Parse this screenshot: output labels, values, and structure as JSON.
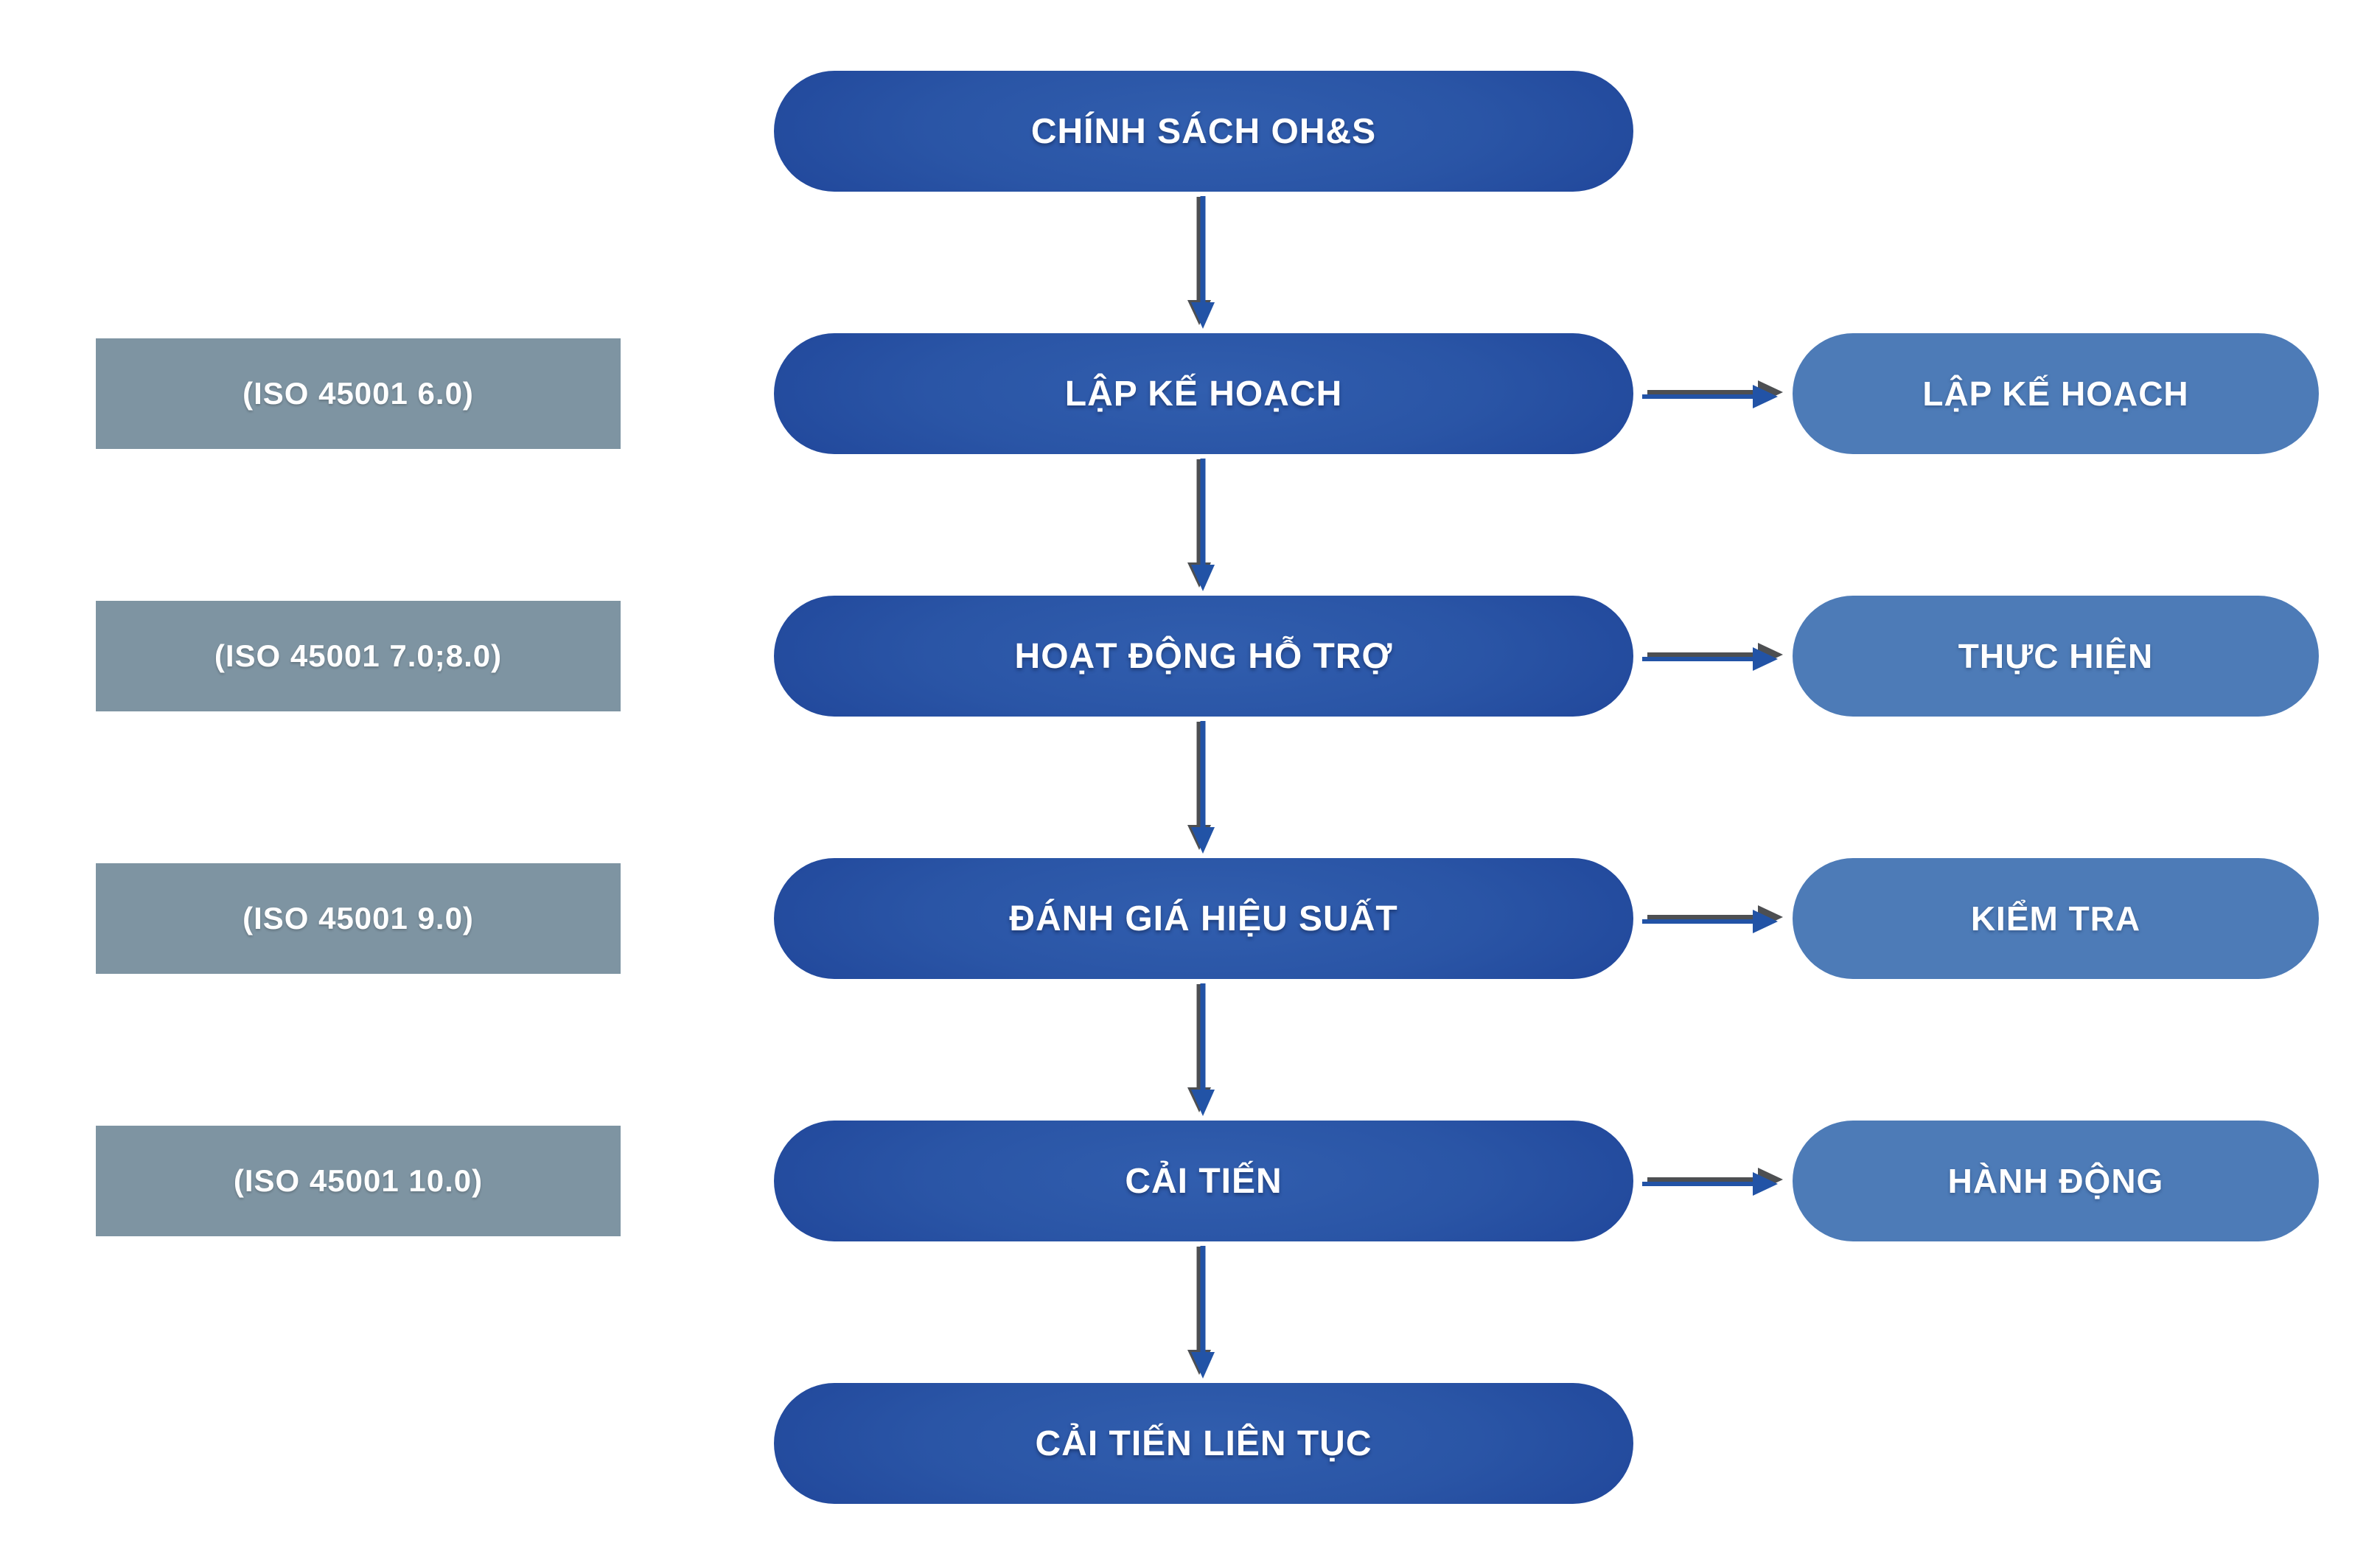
{
  "diagram": {
    "description_type": "flowchart",
    "rows": [
      {
        "center": "CHÍNH SÁCH OH&S"
      },
      {
        "iso": "(ISO 45001 6.0)",
        "center": "LẬP KẾ HOẠCH",
        "pdca": "LẬP KẾ HOẠCH"
      },
      {
        "iso": "(ISO 45001 7.0;8.0)",
        "center": "HOẠT ĐỘNG HỖ TRỢ",
        "pdca": "THỰC HIỆN"
      },
      {
        "iso": "(ISO 45001 9.0)",
        "center": "ĐÁNH GIÁ HIỆU SUẤT",
        "pdca": "KIỂM TRA"
      },
      {
        "iso": "(ISO 45001 10.0)",
        "center": "CẢI TIẾN",
        "pdca": "HÀNH ĐỘNG"
      },
      {
        "center": "CẢI TIẾN LIÊN TỤC"
      }
    ],
    "colors": {
      "center_box_light": "#315eae",
      "center_box_dark": "#1c4093",
      "pdca_box": "#4d7bb7",
      "iso_box": "#7e94a2",
      "arrow_blue": "#2253a6",
      "arrow_shadow": "#4d4f52",
      "text": "#ffffff",
      "background": "#ffffff"
    }
  }
}
